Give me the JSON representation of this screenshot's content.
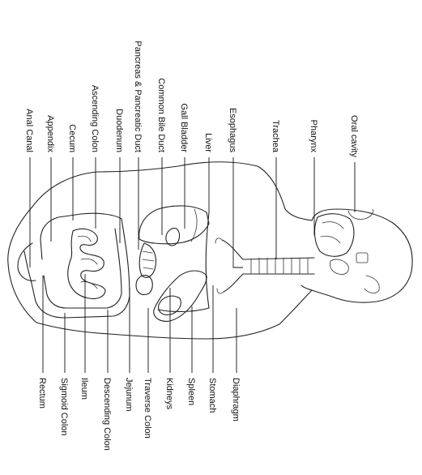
{
  "labels_top": [
    {
      "id": "oral-cavity",
      "text": "Oral cavity"
    },
    {
      "id": "pharynx",
      "text": "Pharynx"
    },
    {
      "id": "trachea",
      "text": "Trachea"
    },
    {
      "id": "esophagus",
      "text": "Esophagus"
    },
    {
      "id": "liver",
      "text": "Liver"
    },
    {
      "id": "gall-bladder",
      "text": "Gall Bladder"
    },
    {
      "id": "common-bile-duct",
      "text": "Common Bile Duct"
    },
    {
      "id": "pancreas",
      "text": "Pancreas & Pancreatic Duct"
    },
    {
      "id": "duodenum",
      "text": "Duodenum"
    },
    {
      "id": "ascending-colon",
      "text": "Ascending Colon"
    },
    {
      "id": "cecum",
      "text": "Cecum"
    },
    {
      "id": "appendix",
      "text": "Appendix"
    },
    {
      "id": "anal-canal",
      "text": "Anal Canal"
    }
  ],
  "labels_bottom": [
    {
      "id": "diaphragm",
      "text": "Diaphragm"
    },
    {
      "id": "stomach",
      "text": "Stomach"
    },
    {
      "id": "spleen",
      "text": "Spleen"
    },
    {
      "id": "kidneys",
      "text": "Kidneys"
    },
    {
      "id": "traverse-colon",
      "text": "Traverse Colon"
    },
    {
      "id": "jejunum",
      "text": "Jejunum"
    },
    {
      "id": "descending-colon",
      "text": "Descending Colon"
    },
    {
      "id": "ileum",
      "text": "Ileum"
    },
    {
      "id": "sigmoid-colon",
      "text": "Sigmoid Colon"
    },
    {
      "id": "rectum",
      "text": "Rectum"
    }
  ]
}
